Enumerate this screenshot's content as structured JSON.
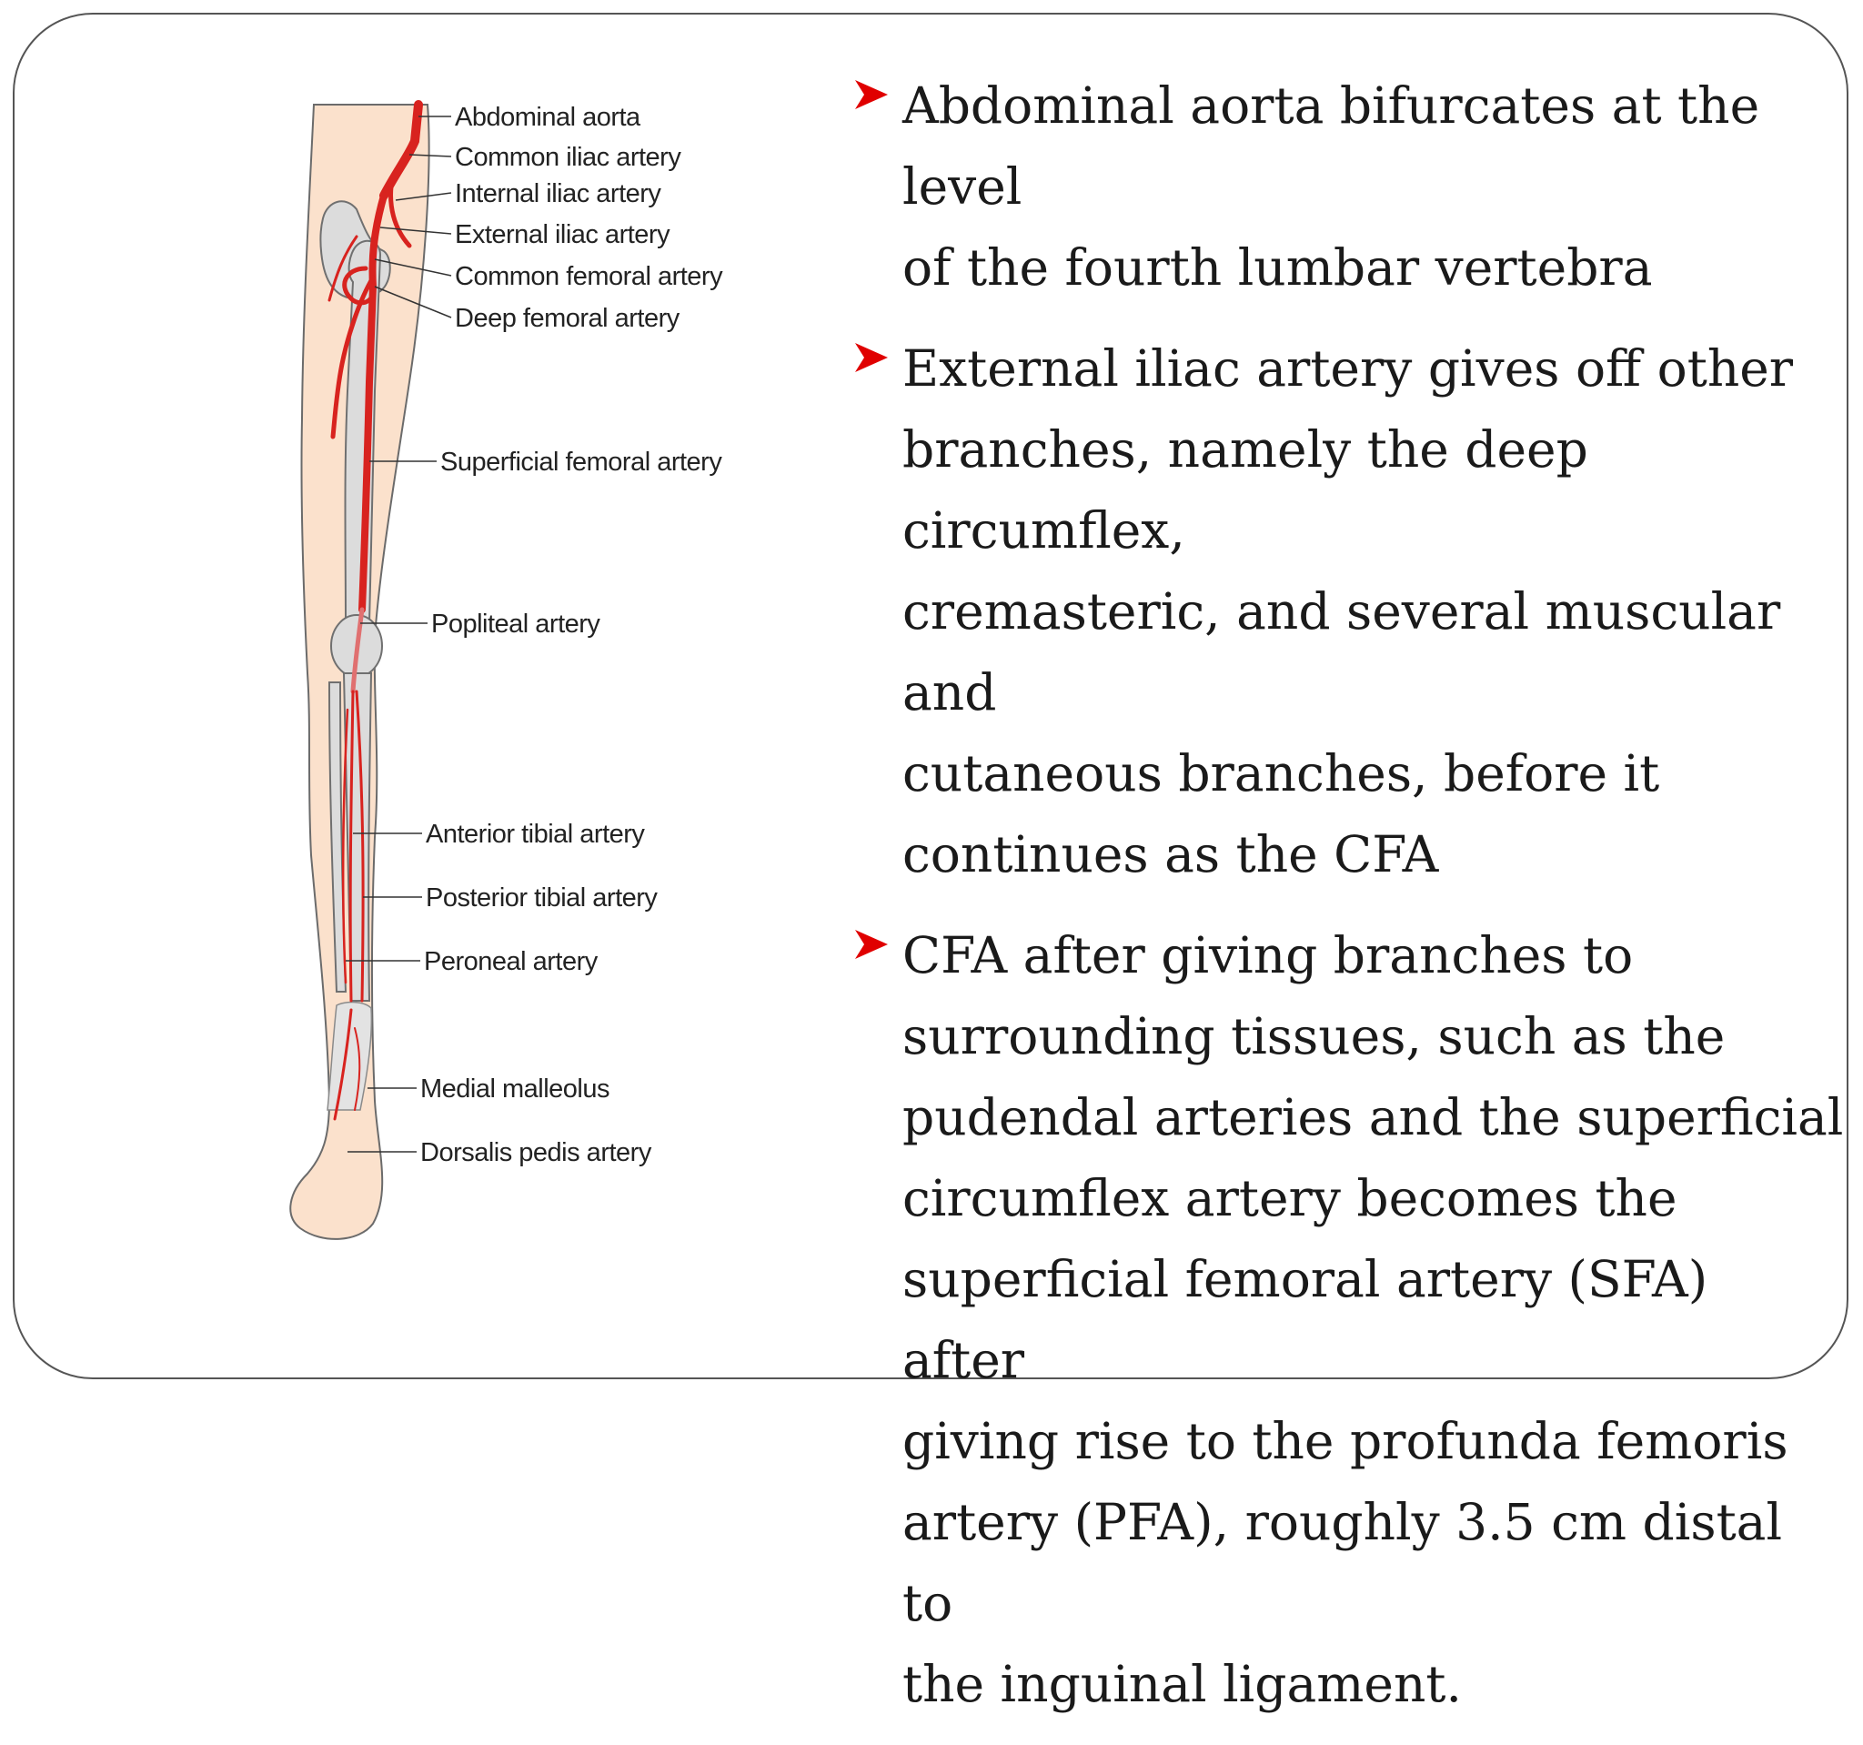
{
  "figure": {
    "labels": {
      "abdominal_aorta": "Abdominal aorta",
      "common_iliac": "Common iliac artery",
      "internal_iliac": "Internal iliac artery",
      "external_iliac": "External iliac artery",
      "common_femoral": "Common femoral artery",
      "deep_femoral": "Deep femoral artery",
      "superficial_femoral": "Superficial femoral artery",
      "popliteal": "Popliteal artery",
      "anterior_tibial": "Anterior tibial artery",
      "posterior_tibial": "Posterior tibial artery",
      "peroneal": "Peroneal artery",
      "medial_malleolus": "Medial malleolus",
      "dorsalis_pedis": "Dorsalis pedis artery"
    },
    "colors": {
      "skin": "#fbe1cc",
      "bone": "#d9d9d9",
      "artery": "#d8231f"
    }
  },
  "bullets": [
    {
      "lines": [
        "Abdominal aorta bifurcates at the level",
        "of the fourth lumbar vertebra"
      ]
    },
    {
      "lines": [
        "External iliac artery gives off other",
        "branches, namely the deep circumflex,",
        "cremasteric, and several muscular and",
        "cutaneous branches, before it",
        "continues as the CFA"
      ]
    },
    {
      "lines": [
        "CFA after giving branches to",
        "surrounding tissues, such as the",
        "pudendal arteries and the superficial",
        "circumflex artery becomes the",
        "superficial femoral artery (SFA) after",
        "giving rise to the profunda femoris",
        "artery (PFA), roughly 3.5 cm distal to",
        "the inguinal ligament."
      ]
    }
  ],
  "bullet_icon": "red-arrowhead-icon",
  "bullet_color": "#e00000"
}
